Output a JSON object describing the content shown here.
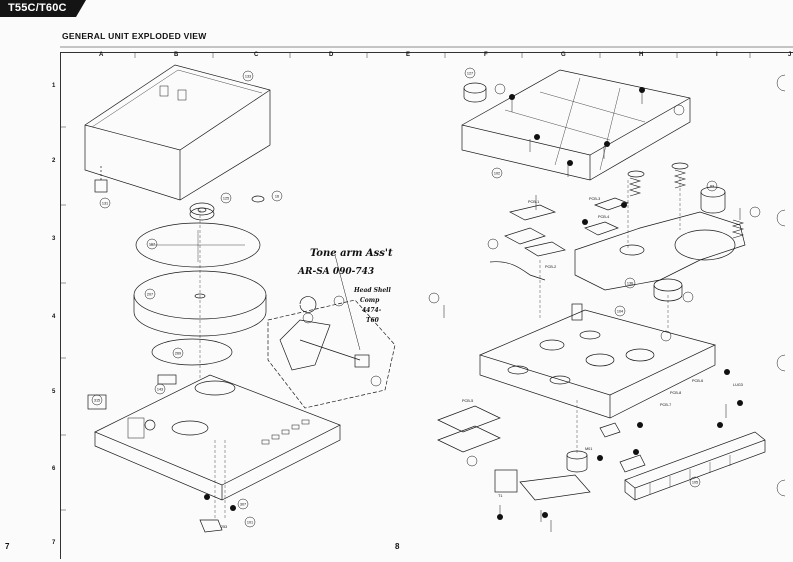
{
  "header": {
    "model_tab": "T55C/T60C",
    "title": "GENERAL UNIT EXPLODED VIEW"
  },
  "grid": {
    "columns": [
      "A",
      "B",
      "C",
      "D",
      "E",
      "F",
      "G",
      "H",
      "I",
      "J"
    ],
    "rows": [
      "1",
      "2",
      "3",
      "4",
      "5",
      "6",
      "7"
    ]
  },
  "pages": {
    "left": "7",
    "right": "8"
  },
  "handwritten_note": {
    "line1": "Tone arm Ass't",
    "line2": "AR-SA 090-743",
    "line3": "Head Shell",
    "line4": "Comp",
    "line5": "4474-",
    "line6": "T60"
  },
  "part_labels": {
    "dust_cover": "133",
    "hinge": "131",
    "spindle": "125",
    "spindle_top": "16",
    "mat": "167",
    "platter": "207",
    "belt": "269",
    "shell": "315",
    "lift": "143",
    "base_left": "101",
    "screw_a": "307",
    "screw_b": "253",
    "bottom_plate": "102",
    "foot": "127",
    "motor": "M01",
    "transformer": "T1",
    "cabinet": "104",
    "arm_base": "136",
    "counterweight": "83",
    "pcb1": "PCB-1",
    "pcb2": "PCB-2",
    "pcb3": "PCB-3",
    "pcb4": "PCB-4",
    "pcb5": "PCB-5",
    "pcb6": "PCB-6",
    "pcb7": "PCB-7",
    "pcb8": "PCB-8",
    "lug": "LUG3",
    "front_panel": "105"
  },
  "colors": {
    "ink": "#111111",
    "paper": "#fbfbfb",
    "tab": "#141414"
  }
}
